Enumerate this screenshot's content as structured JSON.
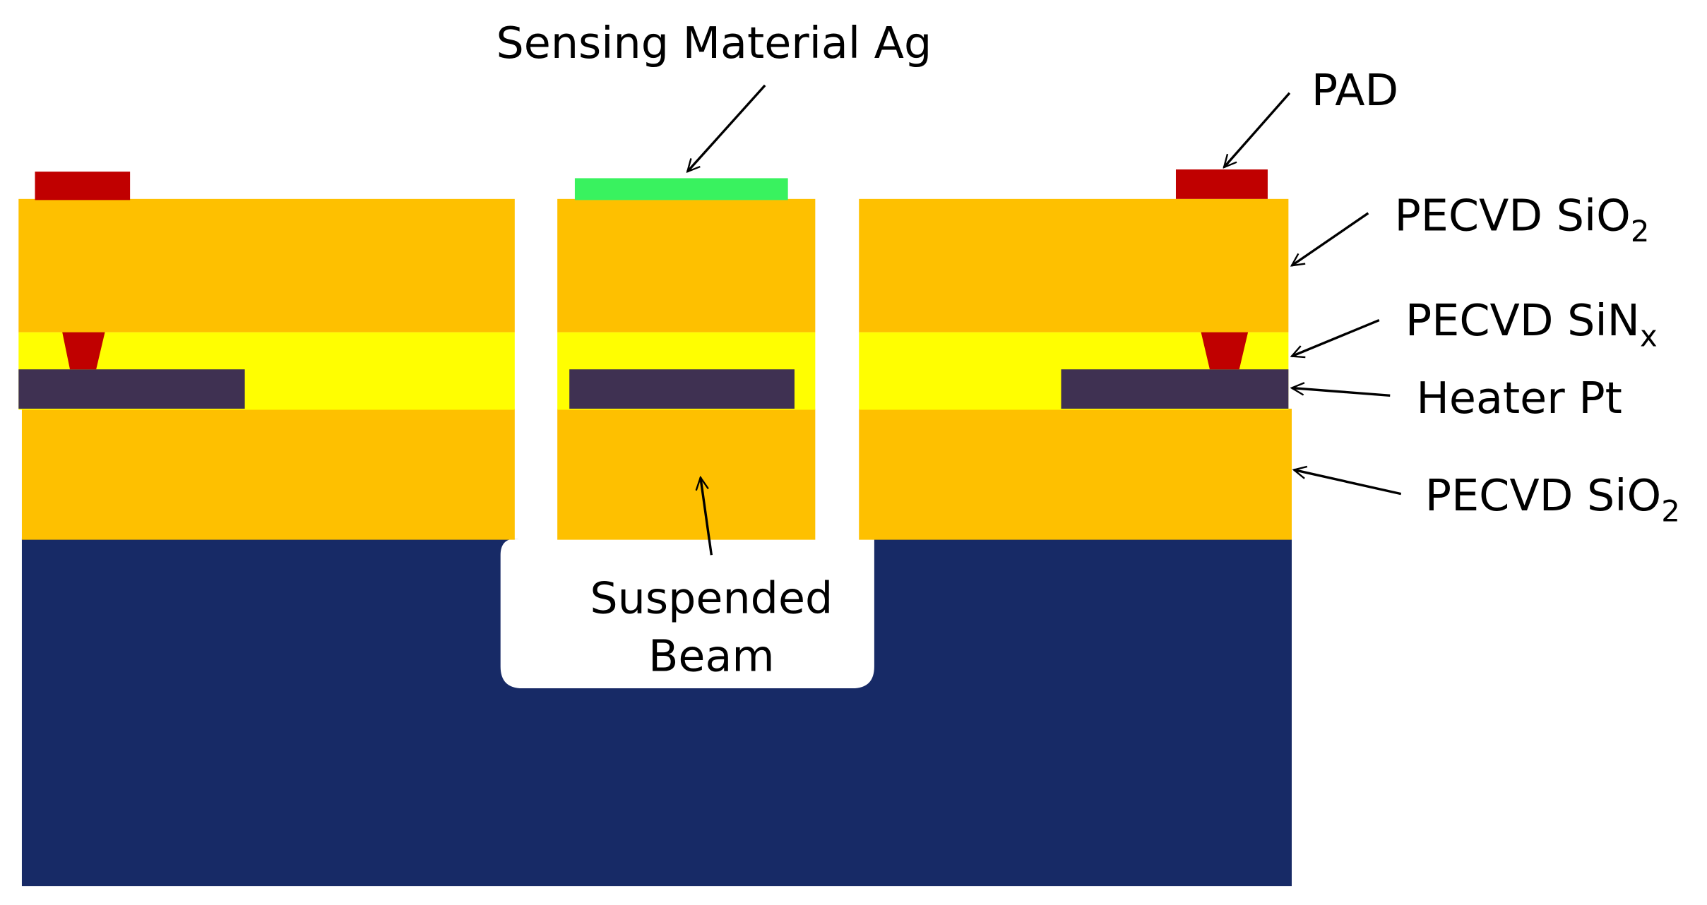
{
  "labels": {
    "sensing_material": "Sensing Material Ag",
    "pad": "PAD",
    "pecvd_sio2_top": "PECVD SiO",
    "pecvd_sio2_top_sub": "2",
    "pecvd_sinx": "PECVD SiN",
    "pecvd_sinx_sub": "x",
    "heater": "Heater Pt",
    "pecvd_sio2_bottom": "PECVD SiO",
    "pecvd_sio2_bottom_sub": "2",
    "suspended_line1": "Suspended",
    "suspended_line2": "Beam"
  },
  "colors": {
    "substrate": "#172a66",
    "sio2": "#fec000",
    "sinx": "#fffe01",
    "heater_pt": "#3f3152",
    "pad": "#c00000",
    "via": "#c00000",
    "sensing_ag": "#39f25f",
    "cavity": "#ffffff",
    "arrow": "#000000"
  }
}
